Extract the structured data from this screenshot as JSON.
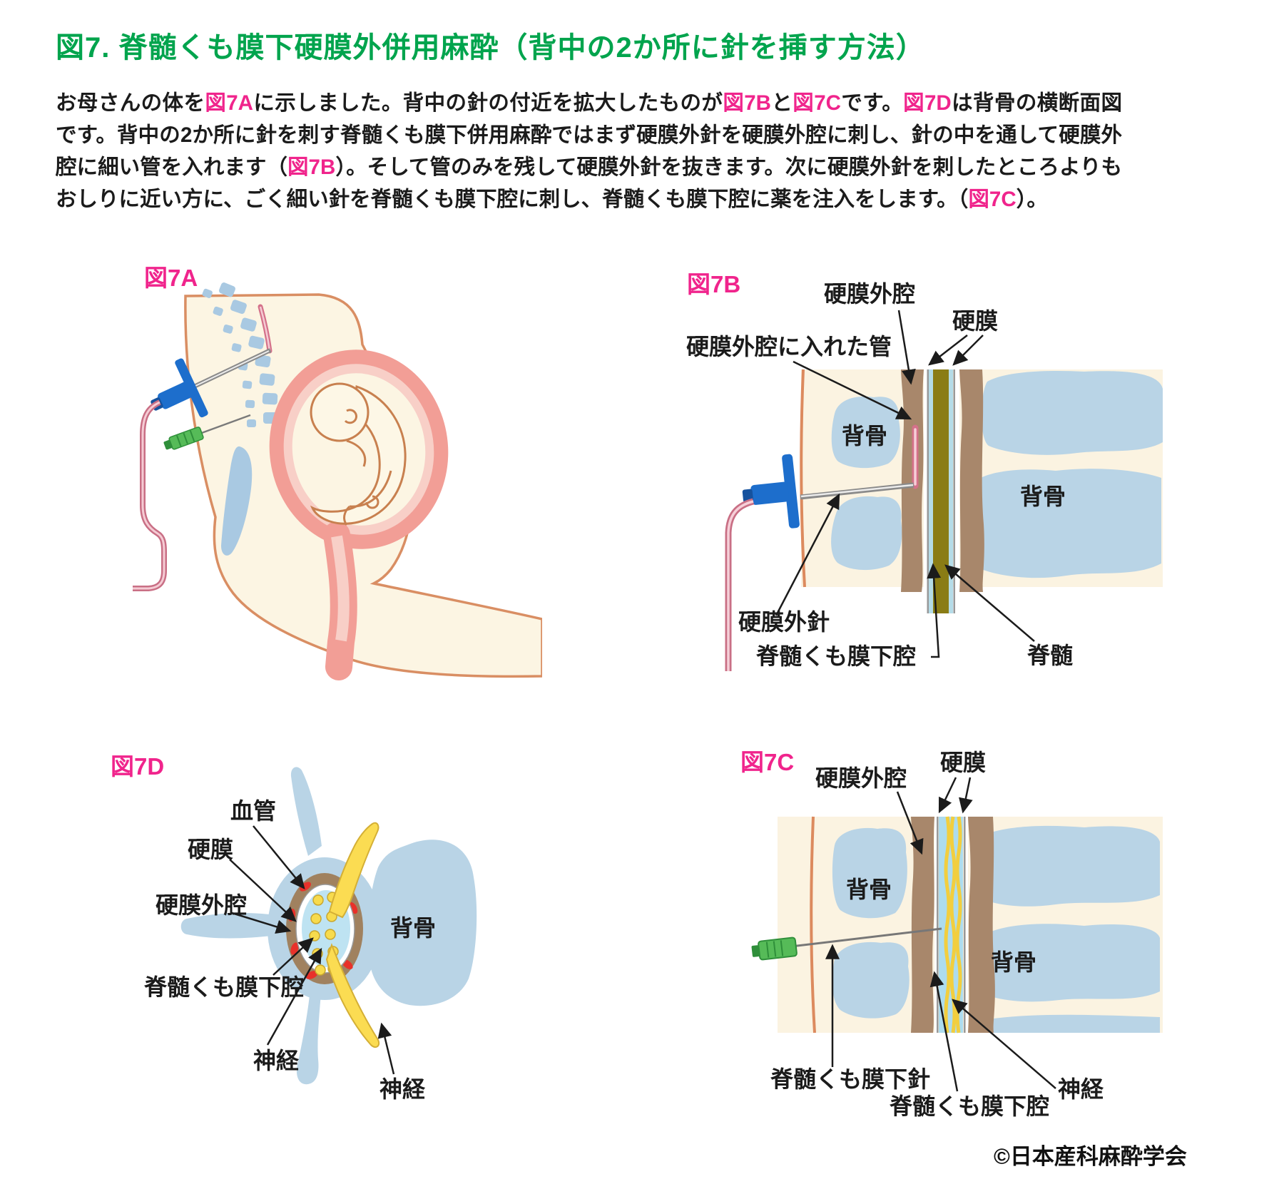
{
  "title": "図7. 脊髄くも膜下硬膜外併用麻酔（背中の2か所に針を挿す方法）",
  "intro_segments": [
    {
      "text": "お母さんの体を",
      "ref": false
    },
    {
      "text": "図7A",
      "ref": true
    },
    {
      "text": "に示しました。背中の針の付近を拡大したものが",
      "ref": false
    },
    {
      "text": "図7B",
      "ref": true
    },
    {
      "text": "と",
      "ref": false
    },
    {
      "text": "図7C",
      "ref": true
    },
    {
      "text": "です。",
      "ref": false
    },
    {
      "text": "図7D",
      "ref": true
    },
    {
      "text": "は背骨の横断面図です。背中の2か所に針を刺す脊髄くも膜下併用麻酔ではまず硬膜外針を硬膜外腔に刺し、針の中を通して硬膜外腔に細い管を入れます（",
      "ref": false
    },
    {
      "text": "図7B",
      "ref": true
    },
    {
      "text": "）。そして管のみを残して硬膜外針を抜きます。次に硬膜外針を刺したところよりもおしりに近い方に、ごく細い針を脊髄くも膜下腔に刺し、脊髄くも膜下腔に薬を注入をします。（",
      "ref": false
    },
    {
      "text": "図7C",
      "ref": true
    },
    {
      "text": "）。",
      "ref": false
    }
  ],
  "figures": {
    "a": {
      "label": "図7A"
    },
    "b": {
      "label": "図7B",
      "labels": {
        "epidural_space": "硬膜外腔",
        "dura": "硬膜",
        "catheter_in_space": "硬膜外腔に入れた管",
        "bone_left": "背骨",
        "bone_right": "背骨",
        "epidural_needle": "硬膜外針",
        "subarachnoid_space": "脊髄くも膜下腔",
        "spinal_cord": "脊髄"
      }
    },
    "c": {
      "label": "図7C",
      "labels": {
        "epidural_space": "硬膜外腔",
        "dura": "硬膜",
        "bone_left": "背骨",
        "bone_right": "背骨",
        "spinal_needle": "脊髄くも膜下針",
        "subarachnoid_space": "脊髄くも膜下腔",
        "nerve": "神経"
      }
    },
    "d": {
      "label": "図7D",
      "labels": {
        "blood_vessel": "血管",
        "dura": "硬膜",
        "epidural_space": "硬膜外腔",
        "subarachnoid_space": "脊髄くも膜下腔",
        "nerve_left": "神経",
        "nerve_right": "神経",
        "bone": "背骨"
      }
    }
  },
  "copyright": "©日本産科麻酔学会",
  "colors": {
    "title_green": "#00A44D",
    "reference_pink": "#F0248C",
    "bone_blue": "#B9D4E6",
    "epidural_brown": "#A8876B",
    "spinal_cord_olive": "#8A7C15",
    "csf_blue": "#ADDCEE",
    "nerve_yellow": "#F6D44C",
    "vessel_red": "#E8312A",
    "skin_orange": "#DC8A5E",
    "catheter_pink": "#D4718A",
    "epidural_hub_blue": "#1D6ECC",
    "spinal_hub_green": "#56BB58",
    "body_cream": "#FCF5E3"
  }
}
